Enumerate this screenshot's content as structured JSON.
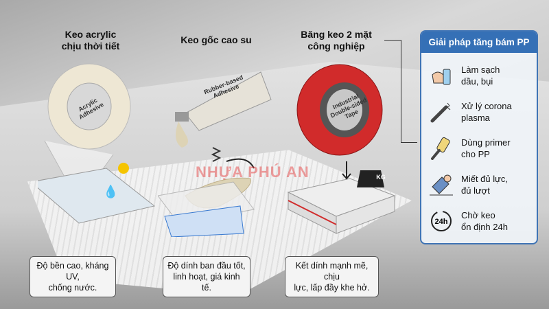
{
  "products": [
    {
      "title_l1": "Keo acrylic",
      "title_l2": "chịu thời tiết",
      "label_l1": "Acrylic",
      "label_l2": "Adhesive",
      "caption_l1": "Độ bền cao, kháng UV,",
      "caption_l2": "chống nước."
    },
    {
      "title_l1": "Keo gốc cao su",
      "title_l2": "",
      "label_l1": "Rubber-based",
      "label_l2": "Adhesive",
      "caption_l1": "Độ dính ban đầu tốt,",
      "caption_l2": "linh hoạt, giá kinh tế."
    },
    {
      "title_l1": "Băng keo 2 mặt",
      "title_l2": "công nghiệp",
      "label_l1": "Industrial",
      "label_l2": "Double-sided Tape",
      "caption_l1": "Kết dính mạnh mẽ, chịu",
      "caption_l2": "lực, lấp đầy khe hở.",
      "weight_label": "KG"
    }
  ],
  "watermark": "NHỰA PHÚ AN",
  "panel": {
    "title": "Giải pháp tăng bám PP",
    "accent": "#3570b6",
    "steps": [
      {
        "icon": "cleaning-spray-icon",
        "l1": "Làm sạch",
        "l2": "dầu, bụi"
      },
      {
        "icon": "corona-plasma-wand-icon",
        "l1": "Xử lý corona",
        "l2": "plasma"
      },
      {
        "icon": "paint-roller-icon",
        "l1": "Dùng primer",
        "l2": "cho PP"
      },
      {
        "icon": "squeegee-hand-icon",
        "l1": "Miết đủ lực,",
        "l2": "đủ lượt"
      },
      {
        "icon": "24h-clock-icon",
        "l1": "Chờ keo",
        "l2": "ổn định 24h"
      }
    ]
  }
}
